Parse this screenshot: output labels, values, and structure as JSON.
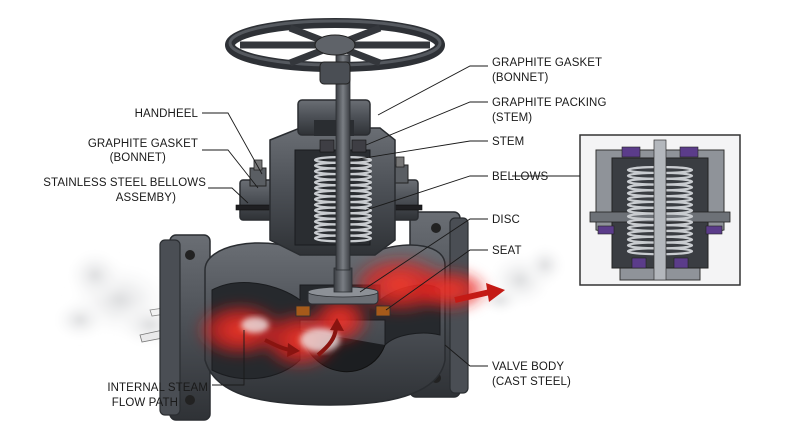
{
  "labels": {
    "handwheel": "HANDHEEL",
    "gasket_left_line1": "GRAPHITE GASKET",
    "gasket_left_line2": "(BONNET)",
    "bellows_assembly_line1": "STAINLESS STEEL BELLOWS",
    "bellows_assembly_line2": "ASSEMBY)",
    "steam_path_line1": "INTERNAL STEAM",
    "steam_path_line2": "FLOW PATH",
    "gasket_right_line1": "GRAPHITE GASKET",
    "gasket_right_line2": "(BONNET)",
    "packing_line1": "GRAPHITE PACKING",
    "packing_line2": "(STEM)",
    "stem": "STEM",
    "bellows": "BELLOWS",
    "disc": "DISC",
    "seat": "SEAT",
    "body_line1": "VALVE BODY",
    "body_line2": "(CAST STEEL)"
  },
  "colors": {
    "steam_hot": "#e8211f",
    "metal_dark": "#3b3f44",
    "graphite": "#5b3c8a",
    "inset_border": "#333333"
  }
}
